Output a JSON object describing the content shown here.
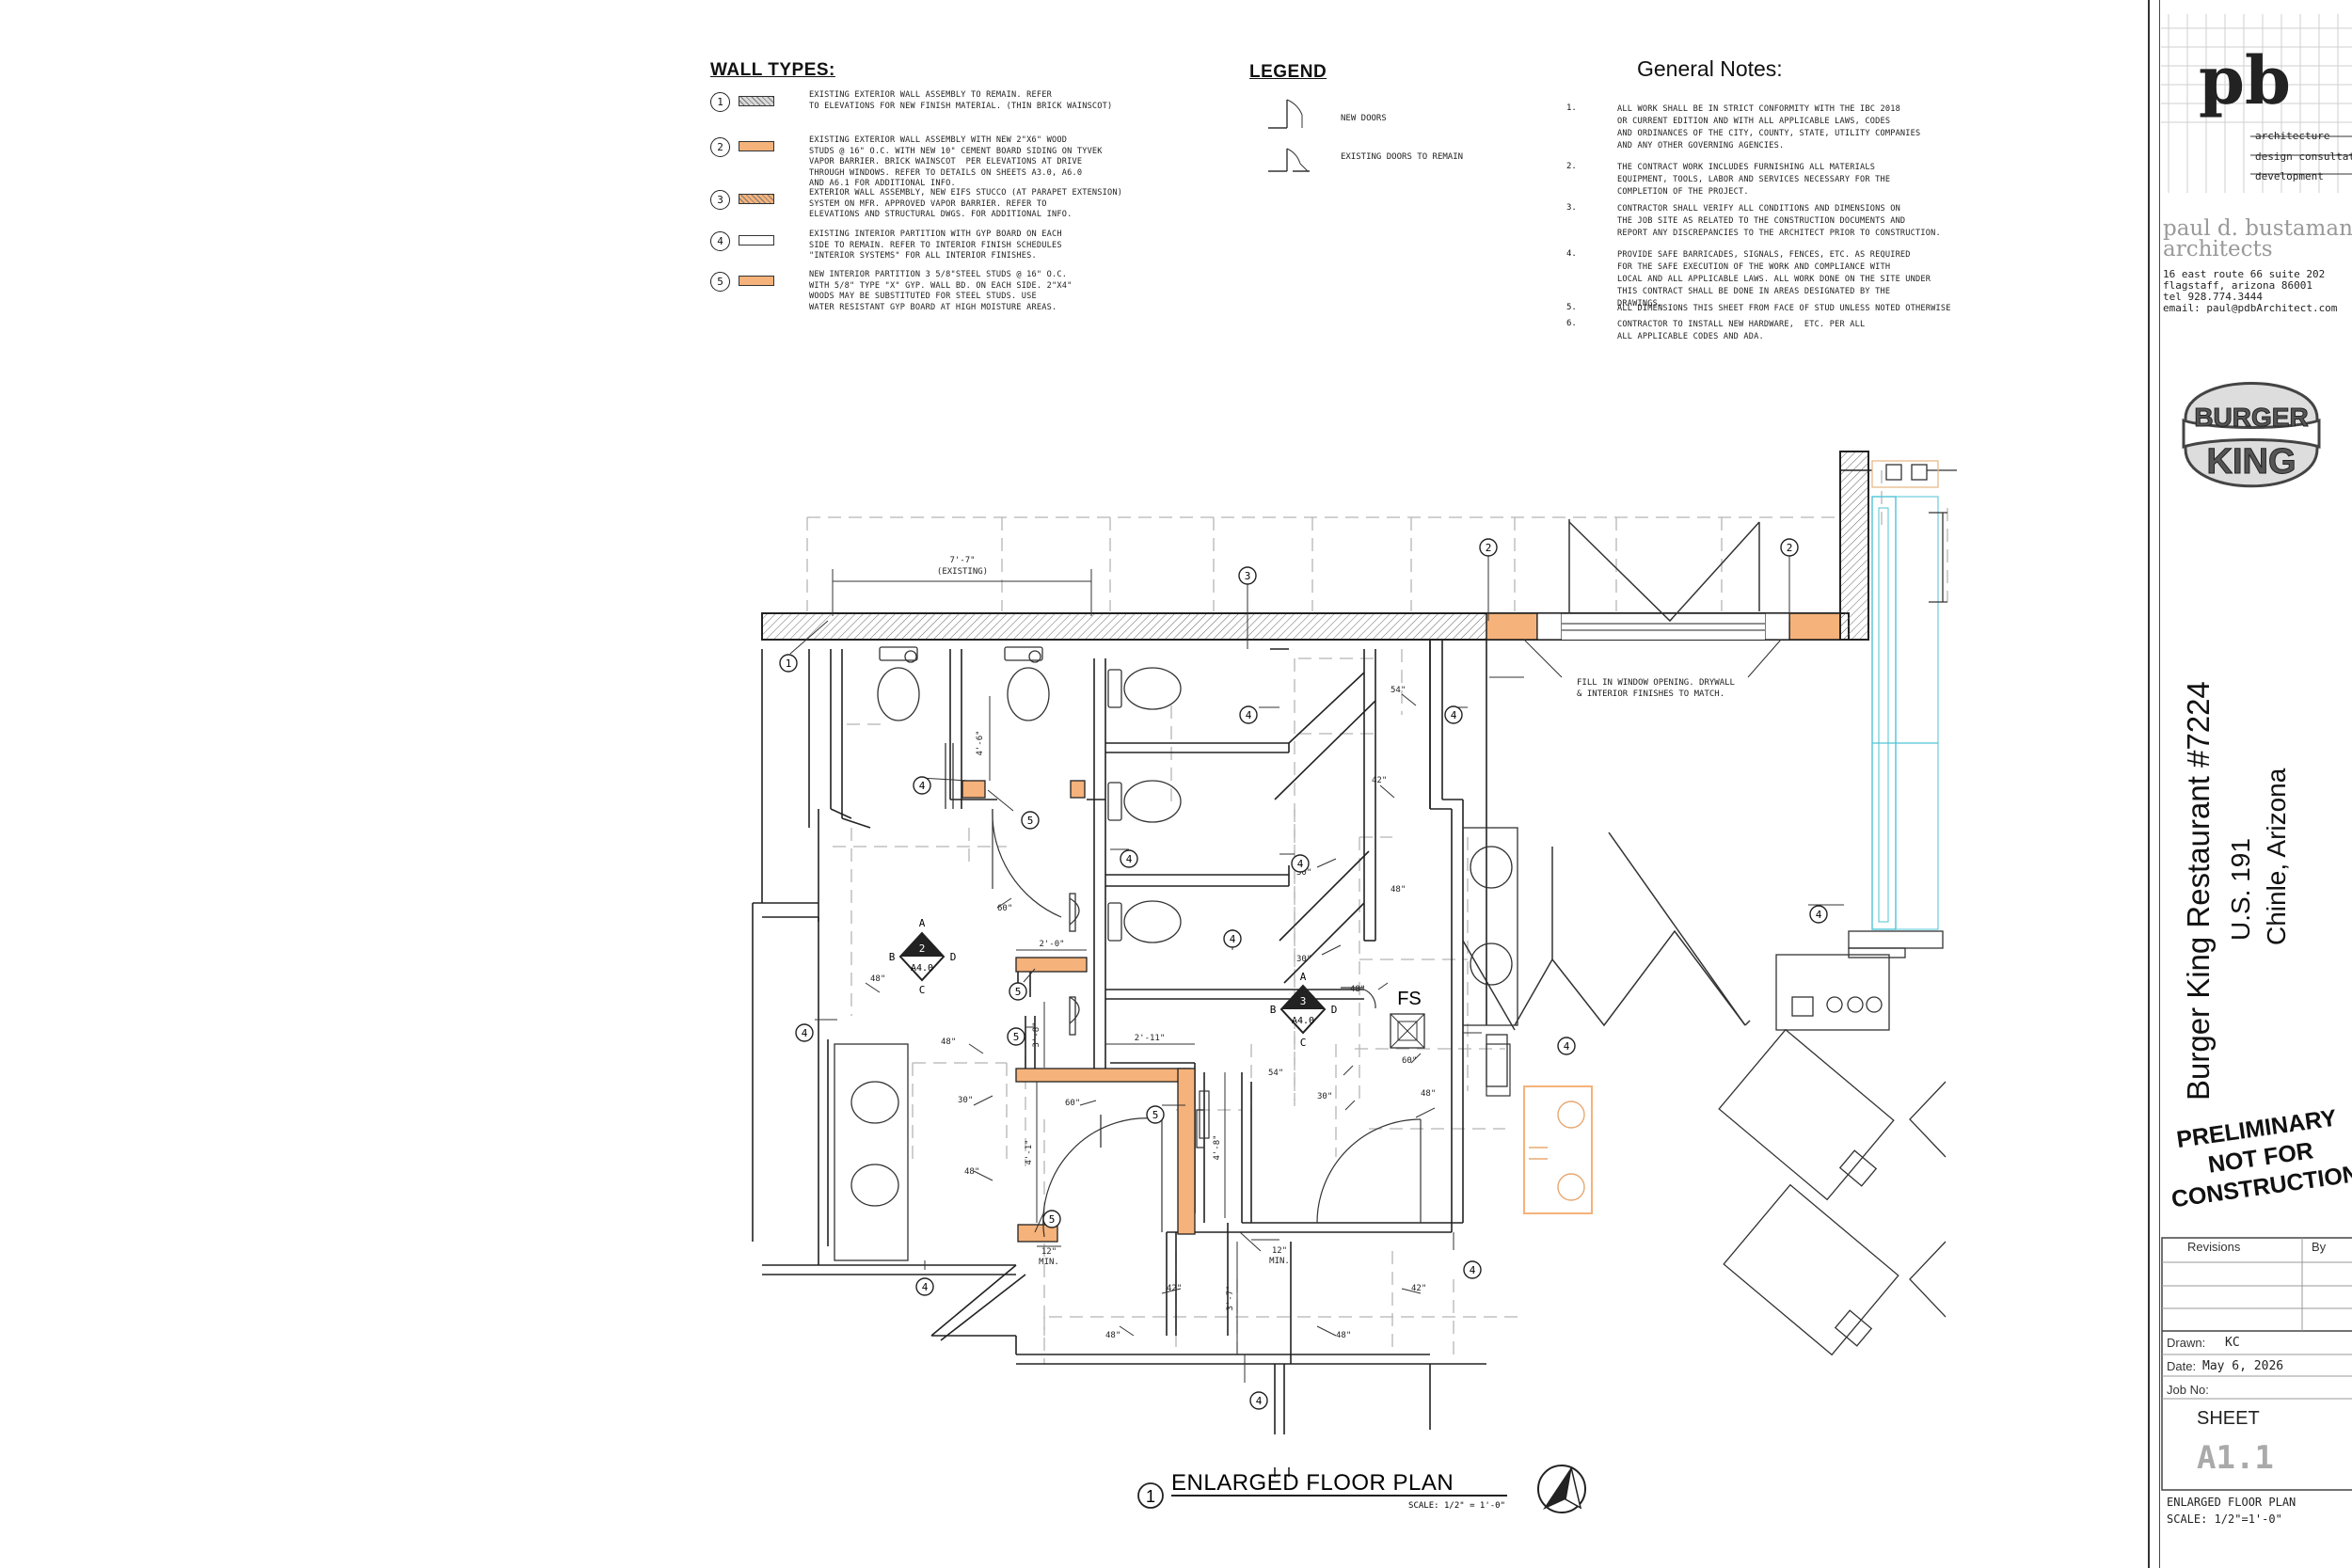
{
  "wall_types": {
    "title": "WALL TYPES:",
    "items": [
      {
        "tag": "1",
        "swatch_color": "#d9d9d9",
        "hatched": true,
        "text": "EXISTING EXTERIOR WALL ASSEMBLY TO REMAIN. REFER\nTO ELEVATIONS FOR NEW FINISH MATERIAL. (THIN BRICK WAINSCOT)"
      },
      {
        "tag": "2",
        "swatch_color": "#f5b27a",
        "hatched": false,
        "text": "EXISTING EXTERIOR WALL ASSEMBLY WITH NEW 2\"X6\" WOOD\nSTUDS @ 16\" O.C. WITH NEW 10\" CEMENT BOARD SIDING ON TYVEK\nVAPOR BARRIER. BRICK WAINSCOT  PER ELEVATIONS AT DRIVE\nTHROUGH WINDOWS. REFER TO DETAILS ON SHEETS A3.0, A6.0\nAND A6.1 FOR ADDITIONAL INFO."
      },
      {
        "tag": "3",
        "swatch_color": "#f5b27a",
        "hatched": true,
        "text": "EXTERIOR WALL ASSEMBLY, NEW EIFS STUCCO (AT PARAPET EXTENSION)\nSYSTEM ON MFR. APPROVED VAPOR BARRIER. REFER TO\nELEVATIONS AND STRUCTURAL DWGS. FOR ADDITIONAL INFO."
      },
      {
        "tag": "4",
        "swatch_color": "#ffffff",
        "hatched": false,
        "text": "EXISTING INTERIOR PARTITION WITH GYP BOARD ON EACH\nSIDE TO REMAIN. REFER TO INTERIOR FINISH SCHEDULES\n\"INTERIOR SYSTEMS\" FOR ALL INTERIOR FINISHES."
      },
      {
        "tag": "5",
        "swatch_color": "#f5b27a",
        "hatched": false,
        "text": "NEW INTERIOR PARTITION 3 5/8\"STEEL STUDS @ 16\" O.C.\nWITH 5/8\" TYPE \"X\" GYP. WALL BD. ON EACH SIDE. 2\"X4\"\nWOODS MAY BE SUBSTITUTED FOR STEEL STUDS. USE\nWATER RESISTANT GYP BOARD AT HIGH MOISTURE AREAS."
      }
    ]
  },
  "legend": {
    "title": "LEGEND",
    "items": [
      {
        "label": "NEW DOORS",
        "icon": "new-door-symbol"
      },
      {
        "label": "EXISTING DOORS TO REMAIN",
        "icon": "existing-door-symbol"
      }
    ]
  },
  "general_notes": {
    "title": "General Notes:",
    "notes": [
      {
        "num": "1.",
        "text": "ALL WORK SHALL BE IN STRICT CONFORMITY WITH THE IBC 2018\nOR CURRENT EDITION AND WITH ALL APPLICABLE LAWS, CODES\nAND ORDINANCES OF THE CITY, COUNTY, STATE, UTILITY COMPANIES\nAND ANY OTHER GOVERNING AGENCIES."
      },
      {
        "num": "2.",
        "text": "THE CONTRACT WORK INCLUDES FURNISHING ALL MATERIALS\nEQUIPMENT, TOOLS, LABOR AND SERVICES NECESSARY FOR THE\nCOMPLETION OF THE PROJECT."
      },
      {
        "num": "3.",
        "text": "CONTRACTOR SHALL VERIFY ALL CONDITIONS AND DIMENSIONS ON\nTHE JOB SITE AS RELATED TO THE CONSTRUCTION DOCUMENTS AND\nREPORT ANY DISCREPANCIES TO THE ARCHITECT PRIOR TO CONSTRUCTION."
      },
      {
        "num": "4.",
        "text": "PROVIDE SAFE BARRICADES, SIGNALS, FENCES, ETC. AS REQUIRED\nFOR THE SAFE EXECUTION OF THE WORK AND COMPLIANCE WITH\nLOCAL AND ALL APPLICABLE LAWS. ALL WORK DONE ON THE SITE UNDER\nTHIS CONTRACT SHALL BE DONE IN AREAS DESIGNATED BY THE\nDRAWINGS."
      },
      {
        "num": "5.",
        "text": "ALL DIMENSIONS THIS SHEET FROM FACE OF STUD UNLESS NOTED OTHERWISE"
      },
      {
        "num": "6.",
        "text": "CONTRACTOR TO INSTALL NEW HARDWARE,  ETC. PER ALL\nALL APPLICABLE CODES AND ADA."
      }
    ]
  },
  "plan": {
    "title": "ENLARGED FLOOR PLAN",
    "title_num": "1",
    "scale": "SCALE:  1/2\" = 1'-0\"",
    "fill_note_1": "FILL IN WINDOW OPENING. DRYWALL",
    "fill_note_2": "& INTERIOR FINISHES TO MATCH.",
    "fs_label": "FS",
    "dims": {
      "existing_width": "7'-7\"",
      "existing_note": "(EXISTING)",
      "d_4_6": "4'-6\"",
      "d_2_0": "2'-0\"",
      "d_3_8": "3'-8\"",
      "d_2_11": "2'-11\"",
      "d_4_1": "4'-1\"",
      "d_4_8": "4'-8\"",
      "d_3_7": "3'-7\"",
      "d_12_min": "12\"",
      "d_min": "MIN."
    },
    "clearances": {
      "c54": "54\"",
      "c42": "42\"",
      "c30": "30\"",
      "c48": "48\"",
      "c60": "60\""
    },
    "section_a": {
      "num": "2",
      "sheet": "A4.0"
    },
    "section_b": {
      "num": "3",
      "sheet": "A4.0"
    },
    "wall_tags": {
      "t1": "1",
      "t2": "2",
      "t3": "3",
      "t4": "4",
      "t5": "5"
    },
    "compass": {
      "n": "A",
      "s": "C",
      "e": "D",
      "w": "B"
    }
  },
  "title_block": {
    "logo": "pb",
    "services": [
      "architecture",
      "design  consultation",
      "development"
    ],
    "firm_name_1": "paul d. bustamante",
    "firm_name_2": "architects",
    "address_1": "16 east route 66 suite 202",
    "address_2": "flagstaff, arizona  86001",
    "phone": "tel  928.774.3444",
    "email": "email:  paul@pdbArchitect.com",
    "brand_logo_top": "BURGER",
    "brand_logo_bottom": "KING",
    "project_name": "Burger King Restaurant  #7224",
    "project_road": "U.S. 191",
    "project_city": "Chinle, Arizona",
    "stamp": "PRELIMINARY\nNOT FOR\nCONSTRUCTION",
    "revisions_label": "Revisions",
    "by_label": "By",
    "drawn_label": "Drawn:",
    "drawn_value": "KC",
    "date_label": "Date:",
    "date_value": "May 6, 2026",
    "job_label": "Job No:",
    "job_value": "",
    "sheet_label": "SHEET",
    "sheet_number": "A1.1",
    "sheet_title": "ENLARGED FLOOR PLAN",
    "sheet_scale": "SCALE: 1/2\"=1'-0\""
  },
  "colors": {
    "new_wall": "#f5b27a",
    "line": "#222222",
    "light_line": "#9a9a9a",
    "cyan_counter": "#4fc3d6",
    "dashed": "#b0b0b0"
  }
}
